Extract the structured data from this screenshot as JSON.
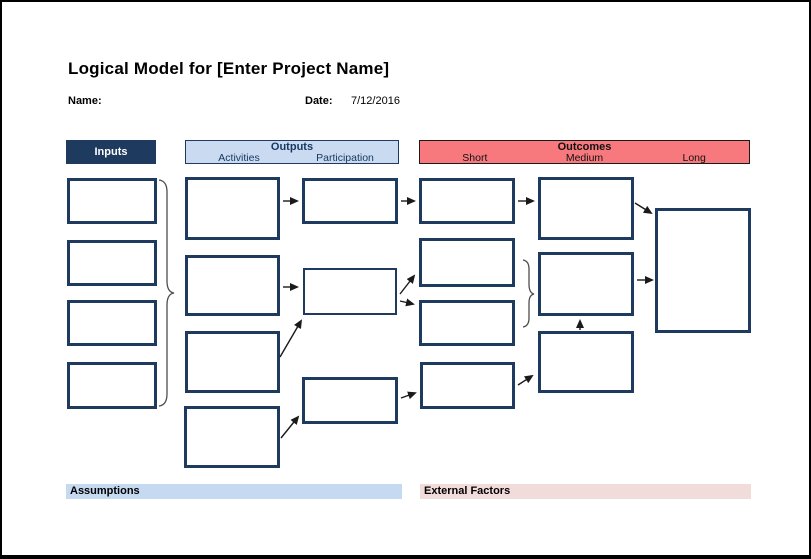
{
  "title": "Logical Model for [Enter Project Name]",
  "fields": {
    "name_label": "Name:",
    "date_label": "Date:",
    "date_value": "7/12/2016"
  },
  "headers": {
    "inputs": {
      "label": "Inputs"
    },
    "outputs": {
      "label": "Outputs",
      "sub_labels": [
        "Activities",
        "Participation"
      ]
    },
    "outcomes": {
      "label": "Outcomes",
      "sub_labels": [
        "Short",
        "Medium",
        "Long"
      ]
    }
  },
  "footers": {
    "assumptions_label": "Assumptions",
    "external_factors_label": "External Factors"
  },
  "diagram": {
    "inputs_box_count": 4,
    "activities_box_count": 4,
    "participation_box_count": 3,
    "short_box_count": 4,
    "medium_box_count": 3,
    "long_box_count": 1,
    "boxes_empty": true
  },
  "colors": {
    "navy": "#1E3A5F",
    "box_border": "#1F3A5F",
    "outputs_header_bg": "#C9DAF1",
    "outcomes_header_bg": "#F8797D",
    "assumptions_bg": "#C5D9F1",
    "external_factors_bg": "#F2DCDB",
    "arrow": "#1a1a1a",
    "brace": "#4d4d4d"
  }
}
